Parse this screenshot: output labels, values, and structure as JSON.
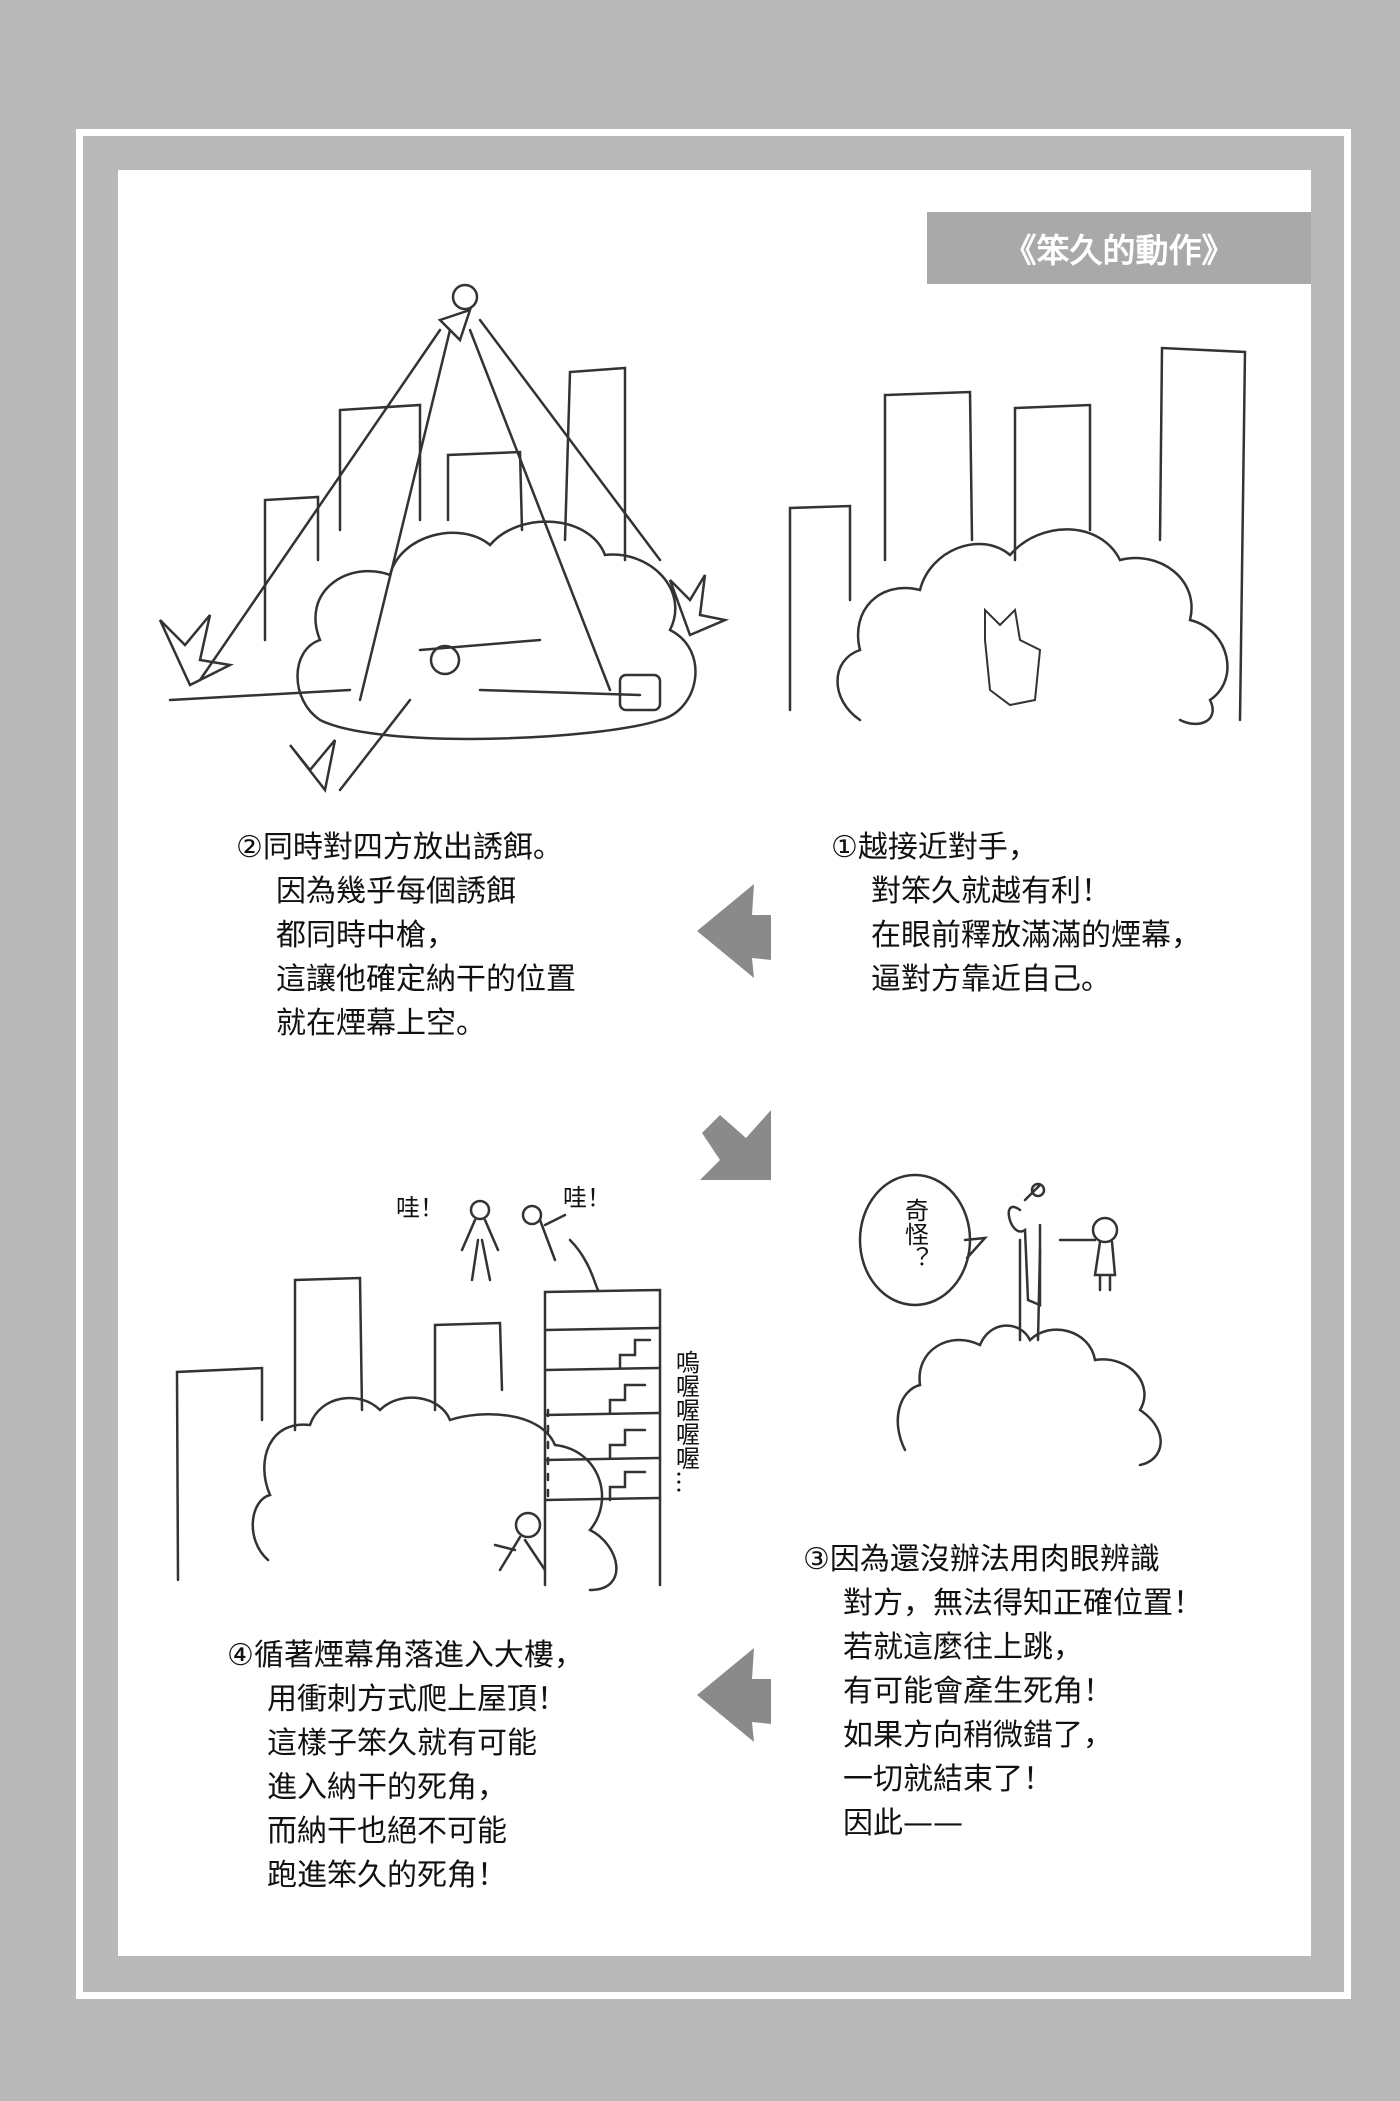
{
  "title": "《笨久的動作》",
  "steps": [
    {
      "lines": [
        "①越接近對手，",
        "對笨久就越有利！",
        "在眼前釋放滿滿的煙幕，",
        "逼對方靠近自己。"
      ]
    },
    {
      "lines": [
        "②同時對四方放出誘餌。",
        "因為幾乎每個誘餌",
        "都同時中槍，",
        "這讓他確定納干的位置",
        "就在煙幕上空。"
      ]
    },
    {
      "lines": [
        "③因為還沒辦法用肉眼辨識",
        "對方，無法得知正確位置！",
        "若就這麼往上跳，",
        "有可能會產生死角！",
        "如果方向稍微錯了，",
        "一切就結束了！",
        "因此——"
      ]
    },
    {
      "lines": [
        "④循著煙幕角落進入大樓，",
        "用衝刺方式爬上屋頂！",
        "這樣子笨久就有可能",
        "進入納干的死角，",
        "而納干也絕不可能",
        "跑進笨久的死角！"
      ]
    }
  ],
  "sfx": {
    "wah_left": "哇！",
    "wah_right": "哇！",
    "strange": "奇怪？",
    "woo": "嗚喔喔喔喔…"
  },
  "colors": {
    "background": "#b9b9b9",
    "title_box": "#a9a9a9",
    "arrow": "#8a8a8a",
    "panel": "#ffffff"
  },
  "icons": {
    "arrows": [
      "arrow-left",
      "arrow-down-right",
      "arrow-left"
    ]
  }
}
